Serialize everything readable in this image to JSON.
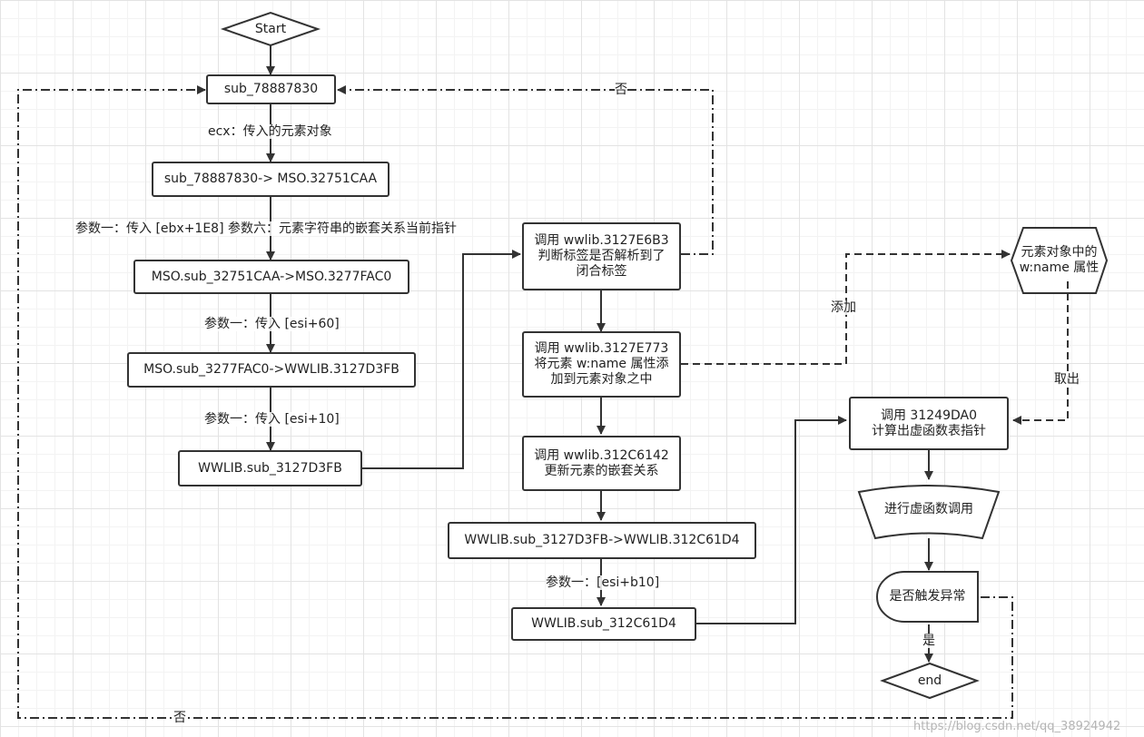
{
  "nodes": {
    "start": "Start",
    "sub_main": "sub_78887830",
    "sub_to_mso": "sub_78887830-> MSO.32751CAA",
    "mso_to_mso": "MSO.sub_32751CAA->MSO.3277FAC0",
    "mso_to_wwlib": "MSO.sub_3277FAC0->WWLIB.3127D3FB",
    "wwlib_3127d3fb": "WWLIB.sub_3127D3FB",
    "call_3127e6b3": "调用 wwlib.3127E6B3\n判断标签是否解析到了\n闭合标签",
    "call_3127e773": "调用 wwlib.3127E773\n将元素 w:name 属性添\n加到元素对象之中",
    "call_312c6142": "调用 wwlib.312C6142\n更新元素的嵌套关系",
    "wwlib_to_wwlib": "WWLIB.sub_3127D3FB->WWLIB.312C61D4",
    "wwlib_312c61d4": "WWLIB.sub_312C61D4",
    "element_wname": "元素对象中的\nw:name 属性",
    "call_31249da0": "调用 31249DA0\n计算出虚函数表指针",
    "virtual_call": "进行虚函数调用",
    "exception_check": "是否触发异常",
    "end": "end"
  },
  "edge_labels": {
    "ecx": "ecx：传入的元素对象",
    "param_ebx": "参数一：传入 [ebx+1E8] 参数六：元素字符串的嵌套关系当前指针",
    "param_esi60": "参数一：传入 [esi+60]",
    "param_esi10": "参数一：传入 [esi+10]",
    "param_esib10": "参数一：[esi+b10]",
    "no_top": "否",
    "no_bottom": "否",
    "add": "添加",
    "take": "取出",
    "yes": "是"
  },
  "watermark": "https://blog.csdn.net/qq_38924942"
}
